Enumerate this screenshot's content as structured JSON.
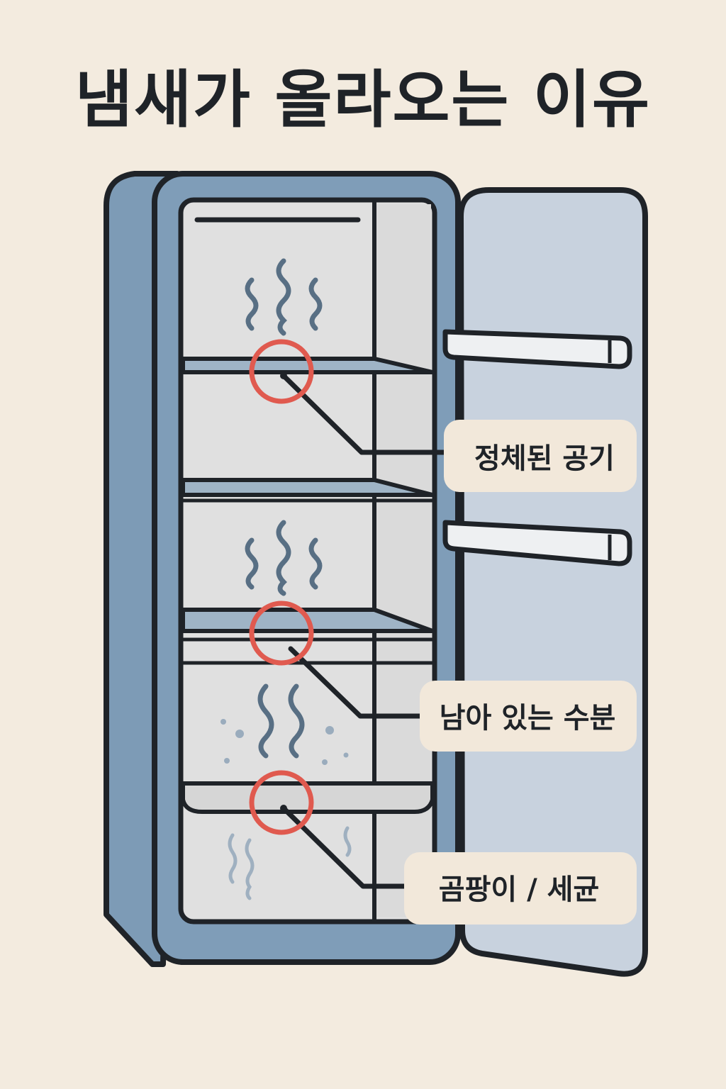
{
  "title": "냄새가 올라오는 이유",
  "callouts": [
    {
      "label": "정체된 공기"
    },
    {
      "label": "남아 있는 수분"
    },
    {
      "label": "곰팡이 / 세균"
    }
  ],
  "colors": {
    "background": "#f3ebdf",
    "fridge_body": "#7f9db8",
    "door": "#c8d2de",
    "interior": "#e1e1e1",
    "outline": "#1f2328",
    "highlight_circle": "#e05a4f",
    "odor_wave": "#586f84",
    "label_box": "#f2e8da"
  }
}
